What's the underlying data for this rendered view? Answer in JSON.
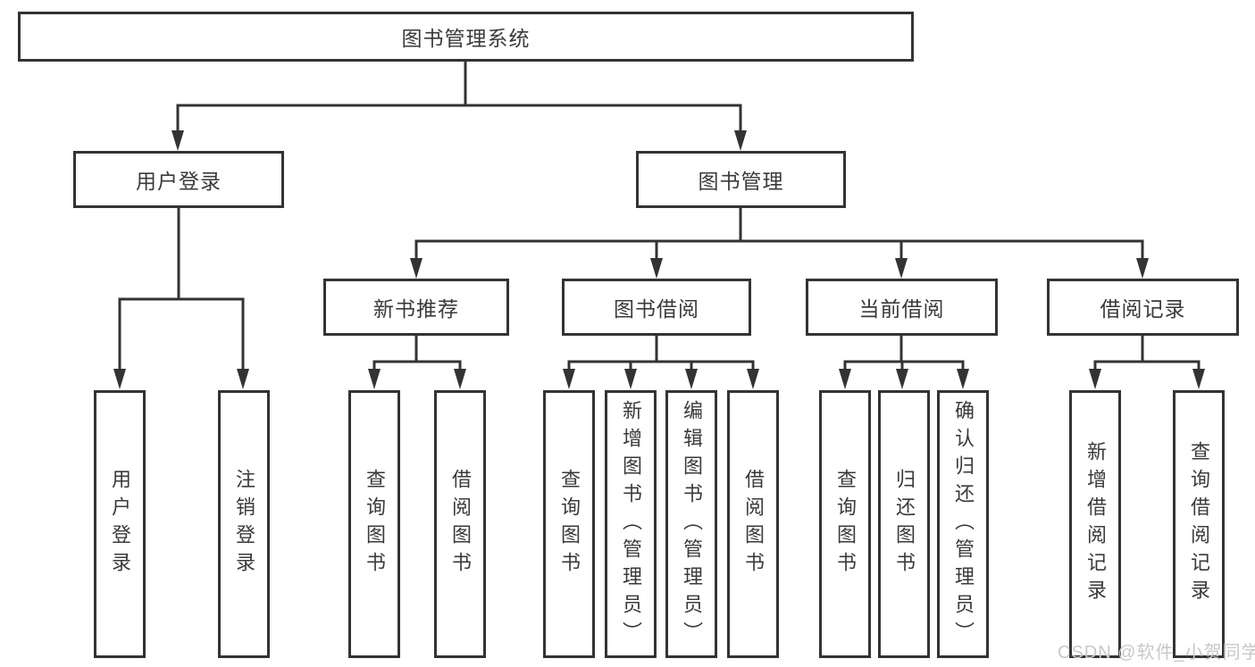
{
  "diagram": {
    "type": "tree-structure-chart",
    "colors": {
      "line": "#333333",
      "text": "#3a3a3a",
      "box_background": "#ffffff",
      "watermark": "#c9c7cb"
    },
    "nodes": {
      "root": "图书管理系统",
      "l2": [
        "用户登录",
        "图书管理"
      ],
      "l3": [
        "新书推荐",
        "图书借阅",
        "当前借阅",
        "借阅记录"
      ],
      "leaves": {
        "login": [
          "用户登录",
          "注销登录"
        ],
        "recommend": [
          "查询图书",
          "借阅图书"
        ],
        "borrow": [
          "查询图书",
          "新增图书（管理员）",
          "编辑图书（管理员）",
          "借阅图书"
        ],
        "current": [
          "查询图书",
          "归还图书",
          "确认归还（管理员）"
        ],
        "records": [
          "新增借阅记录",
          "查询借阅记录"
        ]
      }
    },
    "watermark": "CSDN @软件_小贺同学"
  }
}
